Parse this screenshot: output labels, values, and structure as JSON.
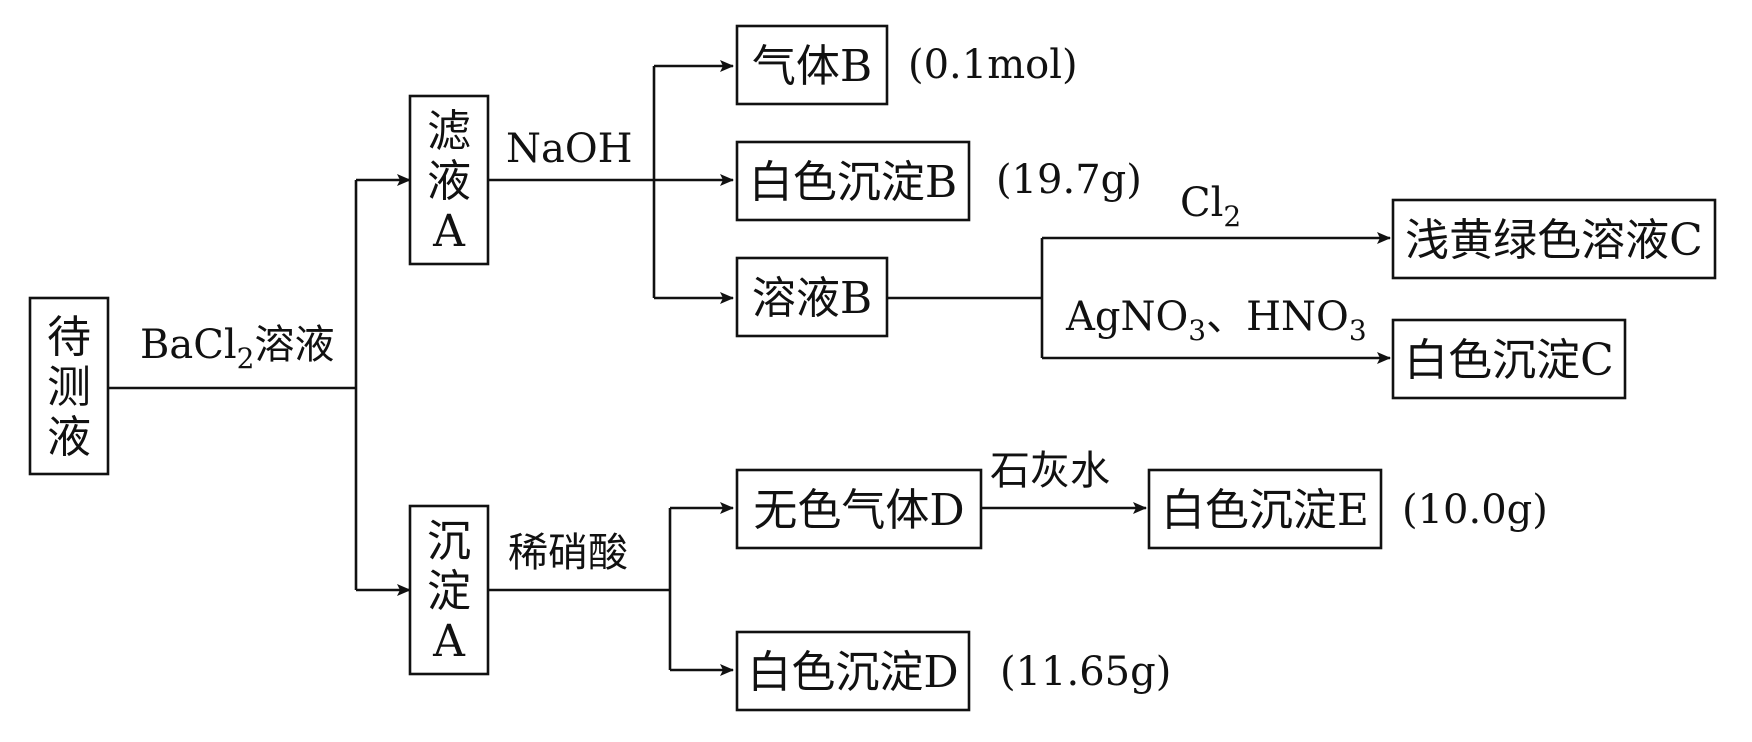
{
  "nodes": {
    "sample": [
      "待",
      "测",
      "液"
    ],
    "filtrate_a": [
      "滤",
      "液",
      "A"
    ],
    "precip_a": [
      "沉",
      "淀",
      "A"
    ],
    "gas_b": "气体B",
    "white_precip_b": "白色沉淀B",
    "solution_b": "溶液B",
    "light_yellow_green_c": "浅黄绿色溶液C",
    "white_precip_c": "白色沉淀C",
    "colorless_gas_d": "无色气体D",
    "white_precip_e": "白色沉淀E",
    "white_precip_d": "白色沉淀D"
  },
  "labels": {
    "bacl2": {
      "main": "BaCl",
      "sub": "2",
      "tail": "溶液"
    },
    "naoh": "NaOH",
    "cl2": {
      "main": "Cl",
      "sub": "2"
    },
    "agno3_hno3": {
      "a": "AgNO",
      "a_sub": "3",
      "mid": "、HNO",
      "b_sub": "3"
    },
    "dilute_nitric": "稀硝酸",
    "limewater": "石灰水"
  },
  "notes": {
    "gas_b": "(0.1mol)",
    "white_precip_b": "(19.7g)",
    "white_precip_e": "(10.0g)",
    "white_precip_d": "(11.65g)"
  }
}
